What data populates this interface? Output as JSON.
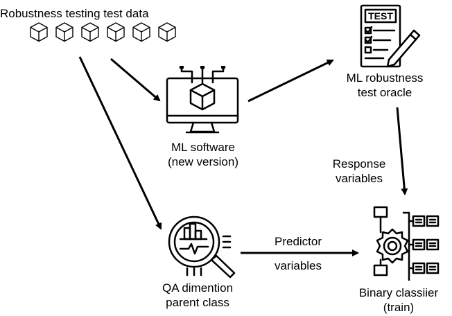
{
  "diagram": {
    "test_data": {
      "label": "Robustness testing test data"
    },
    "ml_software": {
      "line1": "ML software",
      "line2": "(new version)"
    },
    "oracle": {
      "line1": "ML robustness",
      "line2": "test oracle",
      "sheet_title": "TEST"
    },
    "qa": {
      "line1": "QA dimention",
      "line2": "parent class"
    },
    "classifier": {
      "line1": "Binary classiier",
      "line2": "(train)"
    },
    "response": {
      "line1": "Response",
      "line2": "variables"
    },
    "predictor": {
      "line1": "Predictor",
      "line2": "variables"
    }
  }
}
